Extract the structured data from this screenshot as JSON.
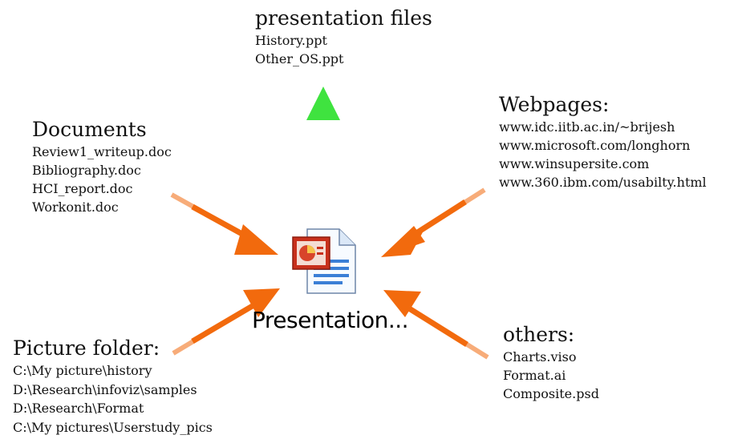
{
  "center": {
    "label": "Presentation..."
  },
  "presentation_files": {
    "title": "presentation files",
    "items": [
      "History.ppt",
      "Other_OS.ppt"
    ]
  },
  "documents": {
    "title": "Documents",
    "items": [
      "Review1_writeup.doc",
      "Bibliography.doc",
      "HCI_report.doc",
      "Workonit.doc"
    ]
  },
  "webpages": {
    "title": "Webpages:",
    "items": [
      "www.idc.iitb.ac.in/~brijesh",
      "www.microsoft.com/longhorn",
      "www.winsupersite.com",
      "www.360.ibm.com/usabilty.html"
    ]
  },
  "picture_folder": {
    "title": "Picture folder:",
    "items": [
      "C:\\My picture\\history",
      "D:\\Research\\infoviz\\samples",
      "D:\\Research\\Format",
      "C:\\My pictures\\Userstudy_pics"
    ]
  },
  "others": {
    "title": "others:",
    "items": [
      "Charts.viso",
      "Format.ai",
      "Composite.psd"
    ]
  },
  "colors": {
    "incoming_arrow": "#f26a0d",
    "outgoing_arrow": "#3fe33f",
    "icon_red": "#c8301c",
    "icon_blue": "#3b7fd6"
  }
}
